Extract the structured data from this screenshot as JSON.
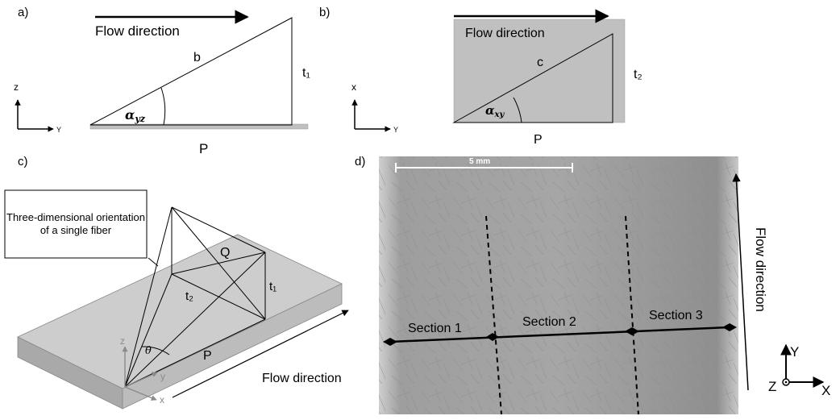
{
  "panels": {
    "a": {
      "letter": "a)",
      "flow_label": "Flow direction",
      "hyp_label": "b",
      "height_label": "t₁",
      "base_label": "P",
      "angle_label": "α",
      "angle_sub": "yz",
      "axis_v": "z",
      "axis_h": "Y"
    },
    "b": {
      "letter": "b)",
      "flow_label": "Flow direction",
      "hyp_label": "c",
      "height_label": "t₂",
      "base_label": "P",
      "angle_label": "α",
      "angle_sub": "xy",
      "axis_v": "x",
      "axis_h": "Y"
    },
    "c": {
      "letter": "c)",
      "callout": "Three-dimensional orientation of a single fiber",
      "q_label": "Q",
      "t1_label": "t₁",
      "t2_label": "t₂",
      "p_label": "P",
      "theta_label": "θ",
      "axis_z": "z",
      "axis_y": "y",
      "axis_x": "x",
      "flow_label": "Flow direction"
    },
    "d": {
      "letter": "d)",
      "scale_label": "5 mm",
      "sections": [
        "Section 1",
        "Section 2",
        "Section 3"
      ],
      "flow_label": "Flow direction",
      "axis_y": "Y",
      "axis_z": "Z",
      "axis_x": "X"
    }
  },
  "colors": {
    "panel_gray": "#c0c0c0",
    "slab_top": "#cdcdcd",
    "slab_front": "#a9a9a9",
    "slab_side": "#bcbcbc",
    "micrograph": "#9d9d9d"
  }
}
